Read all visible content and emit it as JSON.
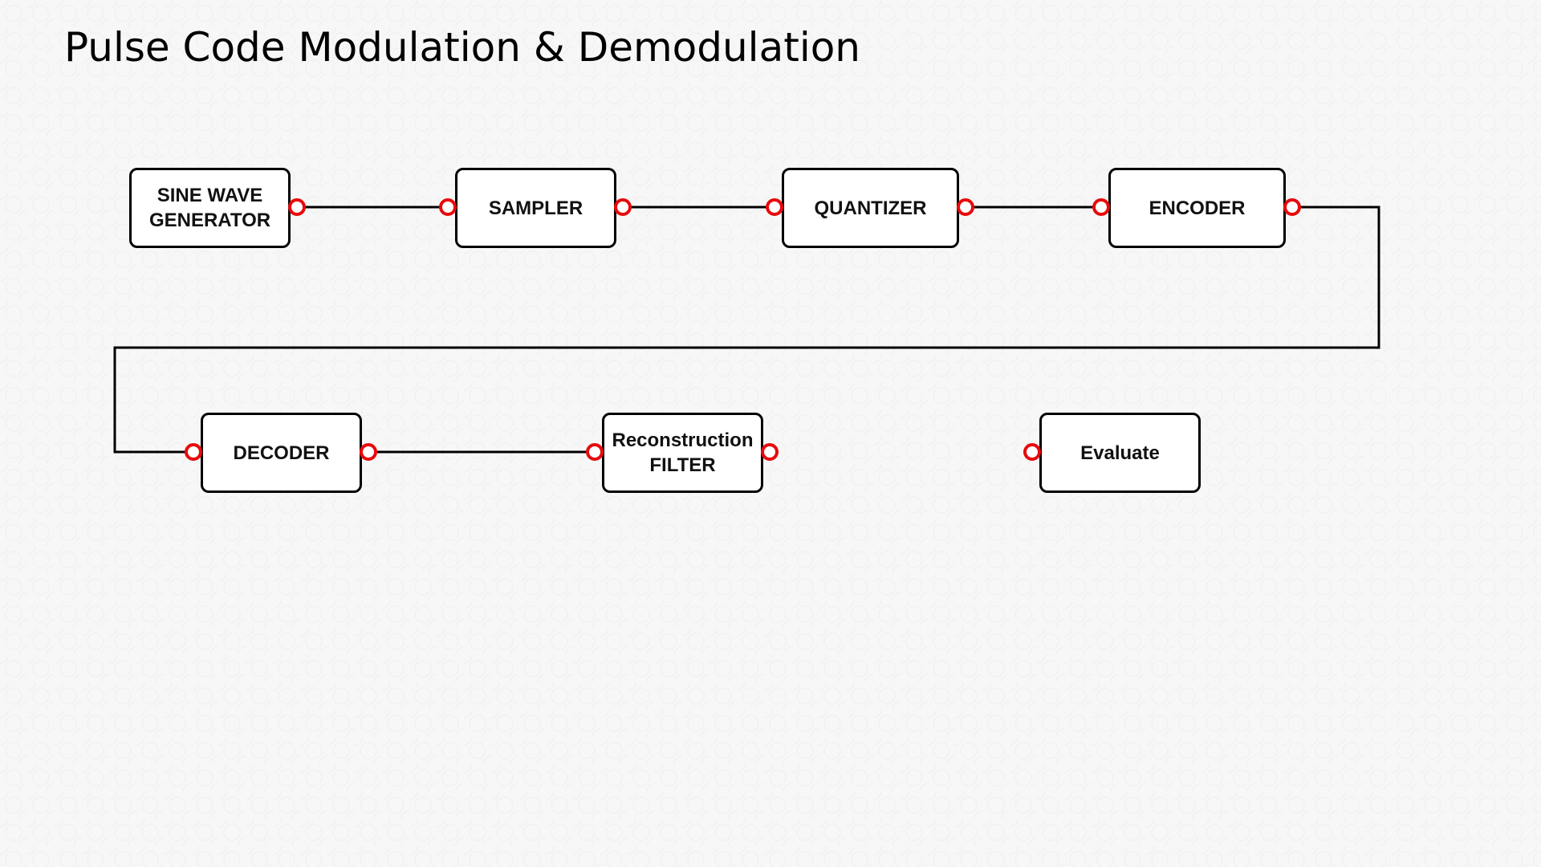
{
  "title": "Pulse Code Modulation & Demodulation",
  "colors": {
    "port": "#e8090b",
    "line": "#000000",
    "block_fill": "#ffffff",
    "block_border": "#000000"
  },
  "blocks": {
    "sine_wave_generator": [
      "SINE WAVE",
      "GENERATOR"
    ],
    "sampler": "SAMPLER",
    "quantizer": "QUANTIZER",
    "encoder": "ENCODER",
    "decoder": "DECODER",
    "reconstruction_filter": [
      "Reconstruction",
      "FILTER"
    ],
    "evaluate": "Evaluate"
  },
  "connections": [
    {
      "from": "sine_wave_generator",
      "to": "sampler"
    },
    {
      "from": "sampler",
      "to": "quantizer"
    },
    {
      "from": "quantizer",
      "to": "encoder"
    },
    {
      "from": "encoder",
      "to": "decoder"
    },
    {
      "from": "decoder",
      "to": "reconstruction_filter"
    }
  ]
}
